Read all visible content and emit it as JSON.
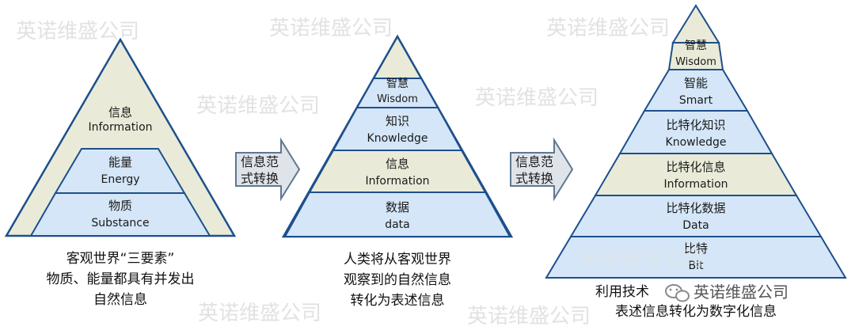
{
  "watermark": "英诺维盛公司",
  "pyramid_a": {
    "top": {
      "zh": "信息",
      "en": "Information"
    },
    "layers": [
      {
        "zh": "能量",
        "en": "Energy"
      },
      {
        "zh": "物质",
        "en": "Substance"
      }
    ],
    "caption": [
      "客观世界“三要素”",
      "物质、能量都具有并发出",
      "自然信息"
    ]
  },
  "arrow_1": {
    "line1": "信息范",
    "line2": "式转换"
  },
  "pyramid_b": {
    "layers": [
      {
        "zh": "智慧",
        "en": "Wisdom"
      },
      {
        "zh": "知识",
        "en": "Knowledge"
      },
      {
        "zh": "信息",
        "en": "Information"
      },
      {
        "zh": "数据",
        "en": "data"
      }
    ],
    "caption": [
      "人类将从客观世界",
      "观察到的自然信息",
      "转化为表述信息"
    ]
  },
  "arrow_2": {
    "line1": "信息范",
    "line2": "式转换"
  },
  "pyramid_c": {
    "layers": [
      {
        "zh": "智慧",
        "en": "Wisdom"
      },
      {
        "zh": "智能",
        "en": "Smart"
      },
      {
        "zh": "比特化知识",
        "en": "Knowledge"
      },
      {
        "zh": "比特化信息",
        "en": "Information"
      },
      {
        "zh": "比特化数据",
        "en": "Data"
      },
      {
        "zh": "比特",
        "en": "Bit"
      }
    ],
    "caption": [
      "利用技术",
      "表述信息转化为数字化信息"
    ],
    "wechat_mark": "英诺维盛公司"
  },
  "colors": {
    "blue_fill": "#d4e6f7",
    "cream_fill": "#e9ebd8",
    "outline": "#1e4f8c",
    "arrow_fill": "#dfe4ea",
    "arrow_stroke": "#5f7791"
  }
}
